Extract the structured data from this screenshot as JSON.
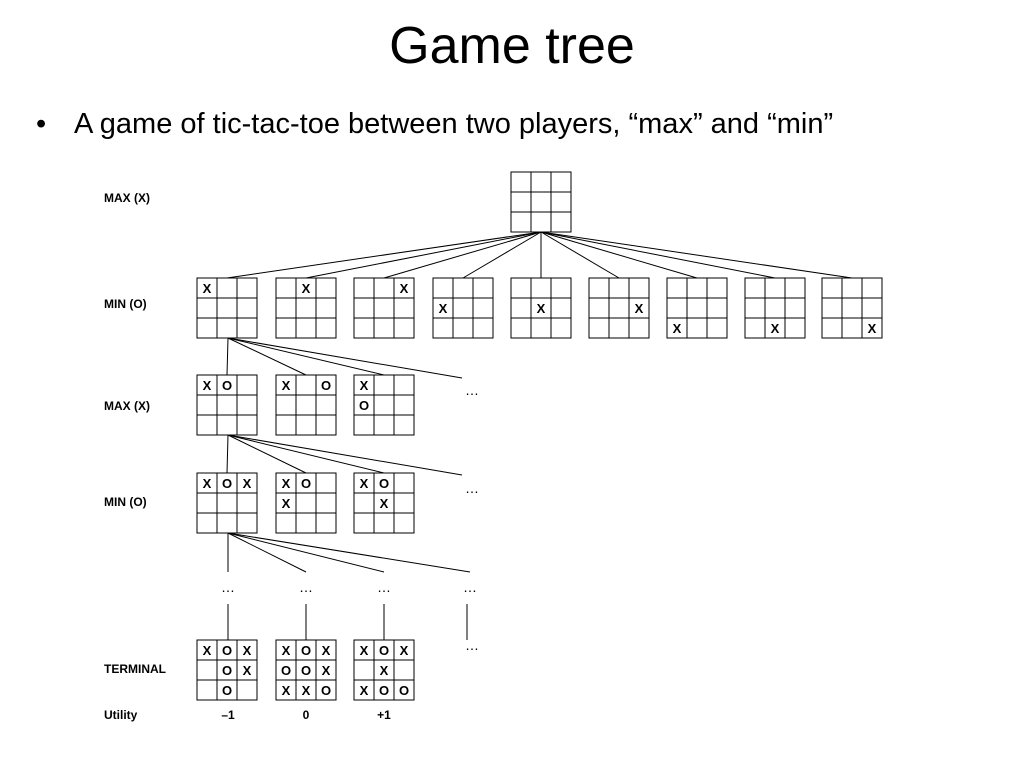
{
  "slide": {
    "title": "Game tree",
    "bullet_symbol": "•",
    "bullet_text": "A game of tic-tac-toe between two players, “max” and “min”"
  },
  "diagram": {
    "ellipsis": "…",
    "level_labels": [
      "MAX (X)",
      "MIN (O)",
      "MAX (X)",
      "MIN (O)",
      "TERMINAL",
      "Utility"
    ],
    "root": [
      "",
      "",
      "",
      "",
      "",
      "",
      "",
      "",
      ""
    ],
    "level1": [
      [
        "X",
        "",
        "",
        "",
        "",
        "",
        "",
        "",
        ""
      ],
      [
        "",
        "X",
        "",
        "",
        "",
        "",
        "",
        "",
        ""
      ],
      [
        "",
        "",
        "X",
        "",
        "",
        "",
        "",
        "",
        ""
      ],
      [
        "",
        "",
        "",
        "X",
        "",
        "",
        "",
        "",
        ""
      ],
      [
        "",
        "",
        "",
        "",
        "X",
        "",
        "",
        "",
        ""
      ],
      [
        "",
        "",
        "",
        "",
        "",
        "X",
        "",
        "",
        ""
      ],
      [
        "",
        "",
        "",
        "",
        "",
        "",
        "X",
        "",
        ""
      ],
      [
        "",
        "",
        "",
        "",
        "",
        "",
        "",
        "X",
        ""
      ],
      [
        "",
        "",
        "",
        "",
        "",
        "",
        "",
        "",
        "X"
      ]
    ],
    "level2": [
      [
        "X",
        "O",
        "",
        "",
        "",
        "",
        "",
        "",
        ""
      ],
      [
        "X",
        "",
        "O",
        "",
        "",
        "",
        "",
        "",
        ""
      ],
      [
        "X",
        "",
        "",
        "O",
        "",
        "",
        "",
        "",
        ""
      ]
    ],
    "level3": [
      [
        "X",
        "O",
        "X",
        "",
        "",
        "",
        "",
        "",
        ""
      ],
      [
        "X",
        "O",
        "",
        "X",
        "",
        "",
        "",
        "",
        ""
      ],
      [
        "X",
        "O",
        "",
        "",
        "X",
        "",
        "",
        "",
        ""
      ]
    ],
    "terminal": [
      [
        "X",
        "O",
        "X",
        "",
        "O",
        "X",
        "",
        "O",
        ""
      ],
      [
        "X",
        "O",
        "X",
        "O",
        "O",
        "X",
        "X",
        "X",
        "O"
      ],
      [
        "X",
        "O",
        "X",
        "",
        "X",
        "",
        "X",
        "O",
        "O"
      ]
    ],
    "utilities": [
      "–1",
      "0",
      "+1"
    ]
  }
}
